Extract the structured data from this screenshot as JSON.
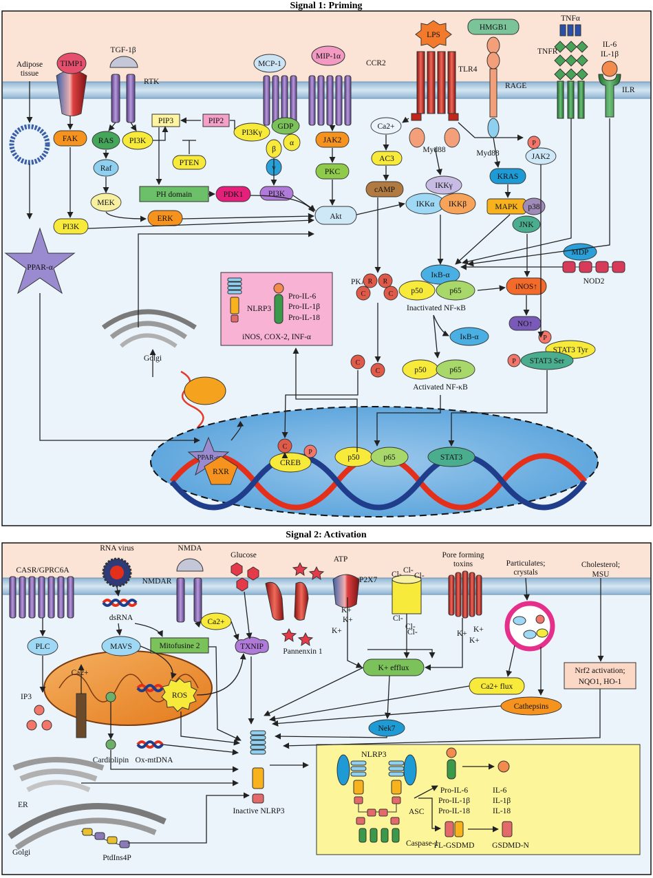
{
  "signal1": {
    "title": "Signal 1: Priming",
    "adipose": [
      "Adipose",
      "tissue"
    ],
    "timp1": "TIMP1",
    "tgf": "TGF-1β",
    "rtk": "RTK",
    "mcp1": "MCP-1",
    "mip": "MIP-1α",
    "ccr2": "CCR2",
    "lps": "LPS",
    "tlr4": "TLR4",
    "hmgb1": "HMGB1",
    "rage": "RAGE",
    "tnfa": "TNFα",
    "tnfr": "TNFR",
    "il6": "IL-6",
    "il1b": "IL-1β",
    "ilr": "ILR",
    "fak": "FAK",
    "ras": "RAS",
    "pi3k": "PI3K",
    "pip3": "PIP3",
    "pip2": "PIP2",
    "pten": "PTEN",
    "pi3kg": "PI3Kγ",
    "gdp": "GDP",
    "alpha": "α",
    "beta": "β",
    "gamma": "γ",
    "jak2": "JAK2",
    "raf": "Raf",
    "mek": "MEK",
    "erk": "ERK",
    "ph_domain": "PH domain",
    "pdk1": "PDK1",
    "pkc": "PKC",
    "akt": "Akt",
    "ca2": "Ca2+",
    "ac3": "AC3",
    "camp": "cAMP",
    "myd88": "Myd88",
    "ikkg": "IKKγ",
    "ikka": "IKKα",
    "ikkb": "IKKβ",
    "kras": "KRAS",
    "mapk": "MAPK",
    "p38": "p38",
    "jnk": "JNK",
    "p": "P",
    "ppar": "PPAR-α",
    "pka": "PKA",
    "r": "R",
    "c": "C",
    "ikba": "IκB-α",
    "p50": "p50",
    "p65": "p65",
    "inact_nfkb": "Inactivated NF-κB",
    "act_nfkb": "Activated NF-κB",
    "inos": "iNOS↑",
    "no": "NO↑",
    "mdp": "MDP",
    "nod2": "NOD2",
    "stat3_tyr": "STAT3 Tyr",
    "stat3_ser": "STAT3 Ser",
    "stat3": "STAT3",
    "box_nlrp3": "NLRP3",
    "box_pro": [
      "Pro-IL-6",
      "Pro-IL-1β",
      "Pro-IL-18"
    ],
    "box_line": "iNOS, COX-2, INF-α",
    "golgi": "Golgi",
    "creb": "CREB",
    "rxr": "RXR",
    "ppar_small": "PPAR-α"
  },
  "signal2": {
    "title": "Signal 2: Activation",
    "casr": "CASR/GPRC6A",
    "rna_virus": "RNA virus",
    "nmda": "NMDA",
    "nmdar": "NMDAR",
    "glucose": "Glucose",
    "atp": "ATP",
    "p2x7": "P2X7",
    "cl": "Cl-",
    "pore": [
      "Pore forming",
      "toxins"
    ],
    "particulates": [
      "Particulates;",
      "crystals"
    ],
    "cholesterol": [
      "Cholesterol;",
      "MSU"
    ],
    "plc": "PLC",
    "dsrna": "dsRNA",
    "mavs": "MAVS",
    "mitofusine": "Mitofusine 2",
    "ca2": "Ca2+",
    "txnip": "TXNIP",
    "pannexin": "Pannenxin 1",
    "kplus": "K+",
    "kefflux": "K+ efflux",
    "ca2flux": "Ca2+ flux",
    "cathepsins": "Cathepsins",
    "nrf2": [
      "Nrf2 activation;",
      "NQO1, HO-1"
    ],
    "ip3": "IP3",
    "ros": "ROS",
    "cardiolipin": "Cardiolipin",
    "oxmtdna": "Ox-mtDNA",
    "nek7": "Nek7",
    "er": "ER",
    "golgi": "Golgi",
    "ptdins": "PtdIns4P",
    "inactive_nlrp3": "Inactive NLRP3",
    "nlrp3": "NLRP3",
    "asc": "ASC",
    "caspase1": "Caspase-1",
    "pro_il": [
      "Pro-IL-6",
      "Pro-IL-1β",
      "Pro-IL-18"
    ],
    "il": [
      "IL-6",
      "IL-1β",
      "IL-18"
    ],
    "fl_gsdmd": "FL-GSDMD",
    "gsdmd_n": "GSDMD-N"
  }
}
